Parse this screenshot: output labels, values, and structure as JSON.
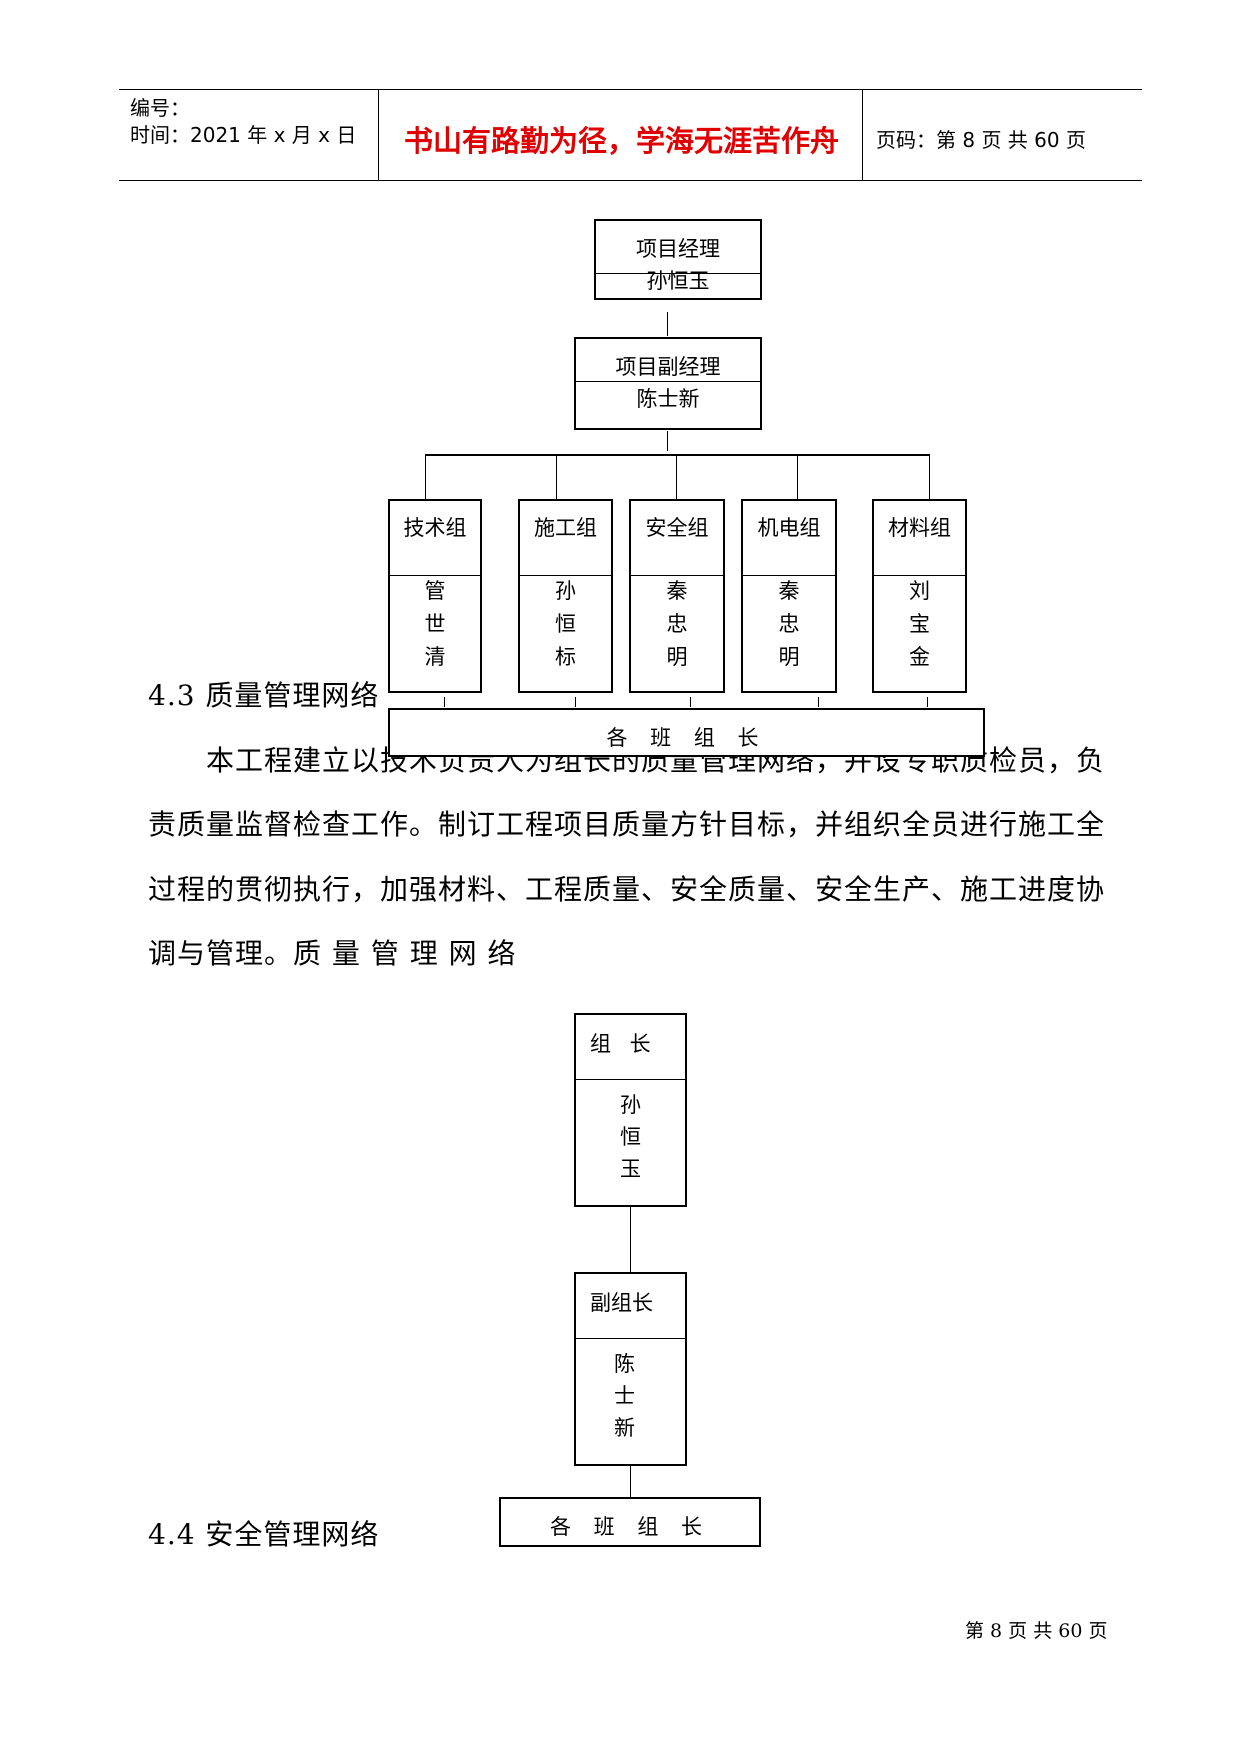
{
  "header": {
    "number_label": "编号：",
    "time_label": "时间：2021 年 x 月 x 日",
    "motto": "书山有路勤为径，学海无涯苦作舟",
    "page_info": "页码：第 8 页  共 60 页",
    "motto_color": "#e00000"
  },
  "org_chart_1": {
    "manager": {
      "title": "项目经理",
      "name": "孙恒玉"
    },
    "deputy": {
      "title": "项目副经理",
      "name": "陈士新"
    },
    "groups": [
      {
        "title": "技术组",
        "members": [
          "管",
          "世",
          "清"
        ]
      },
      {
        "title": "施工组",
        "members": [
          "孙",
          "恒",
          "标"
        ]
      },
      {
        "title": "安全组",
        "members": [
          "秦",
          "忠",
          "明"
        ]
      },
      {
        "title": "机电组",
        "members": [
          "秦",
          "忠",
          "明"
        ]
      },
      {
        "title": "材料组",
        "members": [
          "刘",
          "宝",
          "金"
        ]
      }
    ],
    "bottom": "各 班 组 长"
  },
  "section_4_3": {
    "heading": "4.3 质量管理网络",
    "paragraph_lines": [
      "本工程建立以技术负责人为组长的质量管理网络，并设专职质检员，负",
      "责质量监督检查工作。制订工程项目质量方针目标，并组织全员进行施工全",
      "过程的贯彻执行，加强材料、工程质量、安全质量、安全生产、施工进度协",
      "调与管理。质 量 管 理 网 络"
    ]
  },
  "org_chart_2": {
    "leader": {
      "title": "组 长",
      "name": [
        "孙",
        "恒",
        "玉"
      ]
    },
    "deputy": {
      "title": "副组长",
      "name": [
        "陈",
        "士",
        "新"
      ]
    },
    "bottom": "各 班 组 长"
  },
  "section_4_4": {
    "heading": "4.4 安全管理网络"
  },
  "footer": {
    "page_text": "第 8 页 共 60 页"
  }
}
